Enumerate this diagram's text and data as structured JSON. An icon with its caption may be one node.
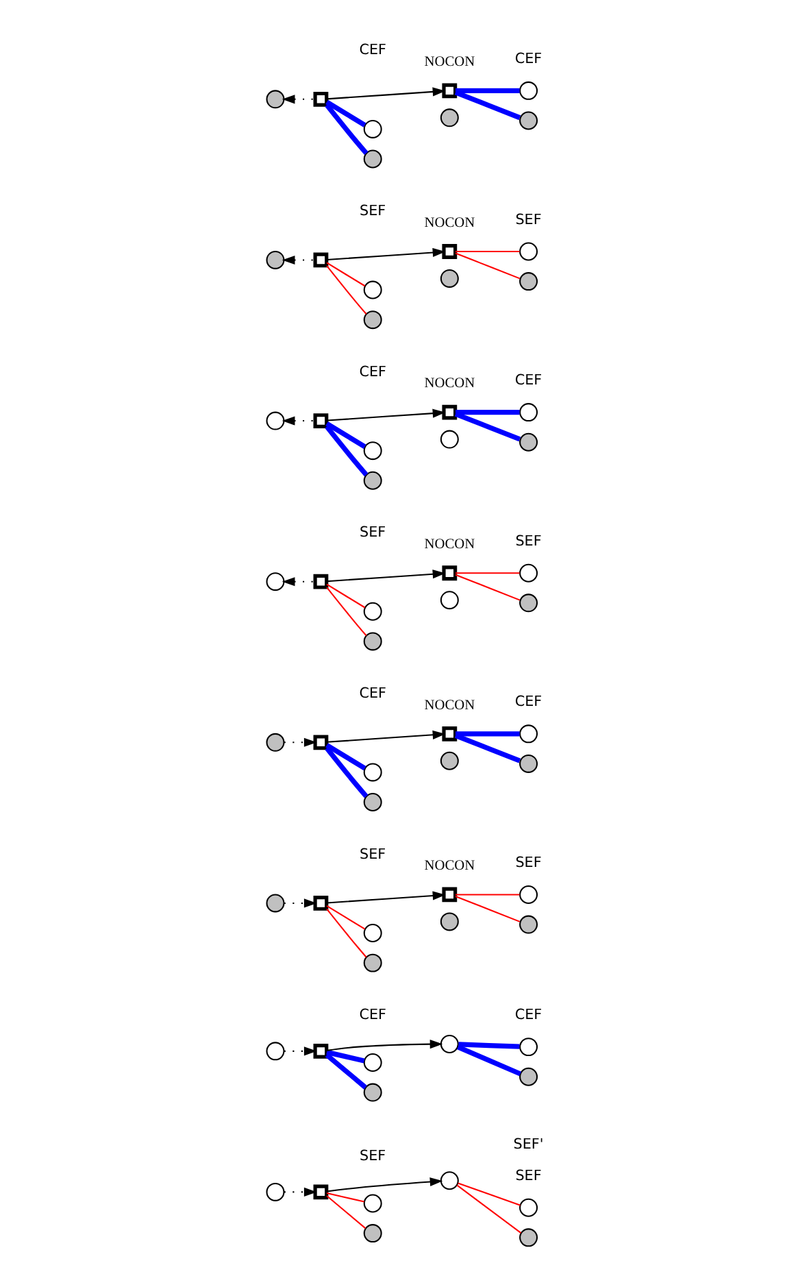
{
  "diagram": {
    "nodes": [
      {
        "text": [],
        "shape": "circle"
      },
      {
        "text": [],
        "shape": "box"
      },
      {
        "text": [],
        "shape": "circle"
      },
      {
        "text": [],
        "shape": "circle"
      },
      {
        "text": [],
        "shape": "circle"
      },
      {
        "text": [],
        "shape": "box"
      },
      {
        "text": [],
        "shape": "circle"
      },
      {
        "text": [],
        "shape": "circle"
      },
      {
        "text": [],
        "shape": "circle"
      },
      {
        "text": [],
        "shape": "box"
      },
      {
        "text": [],
        "shape": "circle"
      },
      {
        "text": [],
        "shape": "circle"
      },
      {
        "text": [],
        "shape": "circle"
      },
      {
        "text": [],
        "shape": "box"
      },
      {
        "text": [],
        "shape": "circle"
      },
      {
        "text": [],
        "shape": "circle"
      },
      {
        "text": [],
        "shape": "circle"
      },
      {
        "text": [],
        "shape": "box"
      },
      {
        "text": [],
        "shape": "circle"
      },
      {
        "text": [],
        "shape": "circle"
      },
      {
        "text": [],
        "shape": "circle"
      },
      {
        "text": [],
        "shape": "box"
      },
      {
        "text": [],
        "shape": "circle"
      },
      {
        "text": [],
        "shape": "circle"
      },
      {
        "text": [],
        "shape": "circle"
      },
      {
        "text": [],
        "shape": "box"
      },
      {
        "text": [],
        "shape": "circle"
      },
      {
        "text": [],
        "shape": "circle"
      },
      {
        "text": [],
        "shape": "circle"
      },
      {
        "text": [],
        "shape": "box"
      },
      {
        "text": [],
        "shape": "circle"
      },
      {
        "text": [],
        "shape": "circle"
      },
      {
        "text": [],
        "shape": "circle"
      },
      {
        "text": [],
        "shape": "box"
      },
      {
        "text": [],
        "shape": "circle"
      },
      {
        "text": [],
        "shape": "circle"
      },
      {
        "text": [],
        "shape": "circle"
      },
      {
        "text": [],
        "shape": "box"
      },
      {
        "text": [],
        "shape": "circle"
      },
      {
        "text": [],
        "shape": "circle"
      },
      {
        "text": [],
        "shape": "circle"
      },
      {
        "text": [],
        "shape": "box"
      },
      {
        "text": [],
        "shape": "circle"
      },
      {
        "text": [],
        "shape": "circle"
      },
      {
        "text": [],
        "shape": "circle"
      },
      {
        "text": [],
        "shape": "box"
      },
      {
        "text": [],
        "shape": "circle"
      },
      {
        "text": [],
        "shape": "circle"
      },
      {
        "text": [],
        "shape": "circle"
      },
      {
        "text": [],
        "shape": "box"
      },
      {
        "text": [],
        "shape": "circle"
      },
      {
        "text": [],
        "shape": "circle"
      },
      {
        "text": [],
        "shape": "circle"
      },
      {
        "text": [],
        "shape": "circle"
      },
      {
        "text": [],
        "shape": "circle"
      },
      {
        "text": [],
        "shape": "circle"
      },
      {
        "text": [],
        "shape": "box"
      },
      {
        "text": [],
        "shape": "circle"
      },
      {
        "text": [],
        "shape": "circle"
      },
      {
        "text": [],
        "shape": "circle"
      },
      {
        "text": [],
        "shape": "circle"
      },
      {
        "text": [],
        "shape": "circle"
      }
    ],
    "edges": [
      {
        "from": 1,
        "to": 0,
        "arrow": "to",
        "style": "dashed"
      },
      {
        "from": 1,
        "to": 2,
        "arrow": "none",
        "style": "thick",
        "color": "#0000ff"
      },
      {
        "from": 1,
        "to": 3,
        "arrow": "none",
        "style": "thick",
        "color": "#0000ff"
      },
      {
        "from": 1,
        "to": 5,
        "arrow": "to"
      },
      {
        "from": 5,
        "to": 6,
        "arrow": "none",
        "style": "thick",
        "color": "#0000ff"
      },
      {
        "from": 5,
        "to": 7,
        "arrow": "none",
        "style": "thick",
        "color": "#0000ff"
      },
      {
        "from": 9,
        "to": 8,
        "arrow": "to",
        "style": "dashed"
      },
      {
        "from": 9,
        "to": 10,
        "arrow": "none",
        "color": "#ff0000"
      },
      {
        "from": 9,
        "to": 11,
        "arrow": "none",
        "color": "#ff0000"
      },
      {
        "from": 9,
        "to": 13,
        "arrow": "to"
      },
      {
        "from": 13,
        "to": 14,
        "arrow": "none",
        "color": "#ff0000"
      },
      {
        "from": 13,
        "to": 15,
        "arrow": "none",
        "color": "#ff0000"
      },
      {
        "from": 17,
        "to": 16,
        "arrow": "to",
        "style": "dashed"
      },
      {
        "from": 17,
        "to": 18,
        "arrow": "none",
        "style": "thick",
        "color": "#0000ff"
      },
      {
        "from": 17,
        "to": 19,
        "arrow": "none",
        "style": "thick",
        "color": "#0000ff"
      },
      {
        "from": 17,
        "to": 21,
        "arrow": "to"
      },
      {
        "from": 21,
        "to": 22,
        "arrow": "none",
        "style": "thick",
        "color": "#0000ff"
      },
      {
        "from": 21,
        "to": 23,
        "arrow": "none",
        "style": "thick",
        "color": "#0000ff"
      },
      {
        "from": 25,
        "to": 24,
        "arrow": "to",
        "style": "dashed"
      },
      {
        "from": 25,
        "to": 26,
        "arrow": "none",
        "color": "#ff0000"
      },
      {
        "from": 25,
        "to": 27,
        "arrow": "none",
        "color": "#ff0000"
      },
      {
        "from": 25,
        "to": 29,
        "arrow": "to"
      },
      {
        "from": 29,
        "to": 30,
        "arrow": "none",
        "color": "#ff0000"
      },
      {
        "from": 29,
        "to": 31,
        "arrow": "none",
        "color": "#ff0000"
      },
      {
        "from": 32,
        "to": 33,
        "arrow": "to",
        "style": "dashed"
      },
      {
        "from": 33,
        "to": 34,
        "arrow": "none",
        "style": "thick",
        "color": "#0000ff"
      },
      {
        "from": 33,
        "to": 35,
        "arrow": "none",
        "style": "thick",
        "color": "#0000ff"
      },
      {
        "from": 33,
        "to": 37,
        "arrow": "to"
      },
      {
        "from": 37,
        "to": 38,
        "arrow": "none",
        "style": "thick",
        "color": "#0000ff"
      },
      {
        "from": 37,
        "to": 39,
        "arrow": "none",
        "style": "thick",
        "color": "#0000ff"
      },
      {
        "from": 40,
        "to": 41,
        "arrow": "to",
        "style": "dashed"
      },
      {
        "from": 41,
        "to": 42,
        "arrow": "none",
        "color": "#ff0000"
      },
      {
        "from": 41,
        "to": 43,
        "arrow": "none",
        "color": "#ff0000"
      },
      {
        "from": 41,
        "to": 45,
        "arrow": "to"
      },
      {
        "from": 45,
        "to": 46,
        "arrow": "none",
        "color": "#ff0000"
      },
      {
        "from": 45,
        "to": 47,
        "arrow": "none",
        "color": "#ff0000"
      },
      {
        "from": 48,
        "to": 49,
        "arrow": "to",
        "style": "dashed"
      },
      {
        "from": 49,
        "to": 50,
        "arrow": "none",
        "style": "thick",
        "color": "#0000ff"
      },
      {
        "from": 49,
        "to": 51,
        "arrow": "none",
        "style": "thick",
        "color": "#0000ff"
      },
      {
        "from": 49,
        "to": 52,
        "arrow": "to"
      },
      {
        "from": 52,
        "to": 53,
        "arrow": "none",
        "style": "thick",
        "color": "#0000ff"
      },
      {
        "from": 52,
        "to": 54,
        "arrow": "none",
        "style": "thick",
        "color": "#0000ff"
      },
      {
        "from": 55,
        "to": 56,
        "arrow": "to",
        "style": "dashed"
      },
      {
        "from": 56,
        "to": 57,
        "arrow": "none",
        "color": "#ff0000"
      },
      {
        "from": 56,
        "to": 58,
        "arrow": "none",
        "color": "#ff0000"
      },
      {
        "from": 56,
        "to": 59,
        "arrow": "to"
      },
      {
        "from": 59,
        "to": 60,
        "arrow": "none",
        "color": "#ff0000"
      },
      {
        "from": 59,
        "to": 61,
        "arrow": "none",
        "color": "#ff0000"
      }
    ],
    "labels": [
      "NOCON",
      "CEF",
      "CEF",
      "NOCON",
      "SEF",
      "SEF",
      "NOCON",
      "CEF",
      "CEF",
      "NOCON",
      "SEF",
      "SEF",
      "NOCON",
      "CEF",
      "CEF",
      "NOCON",
      "SEF",
      "SEF",
      "CEF",
      "CEF",
      "SEF",
      "SEF",
      "SEF'"
    ]
  }
}
